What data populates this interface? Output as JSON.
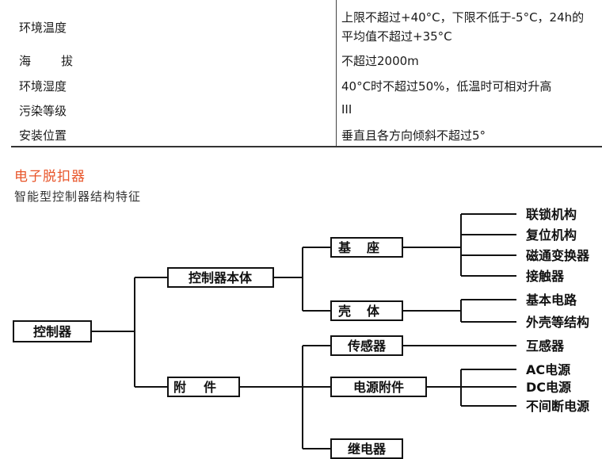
{
  "spec_table": {
    "rows": [
      {
        "label": "环境温度",
        "value_lines": [
          "上限不超过+40°C，下限不低于-5°C，24h的",
          "平均值不超过+35°C"
        ]
      },
      {
        "label": "海拔",
        "value_lines": [
          "不超过2000m"
        ]
      },
      {
        "label": "环境湿度",
        "value_lines": [
          "40°C时不超过50%，低温时可相对升高"
        ]
      },
      {
        "label": "污染等级",
        "value_lines": [
          "III"
        ]
      },
      {
        "label": "安装位置",
        "value_lines": [
          "垂直且各方向倾斜不超过5°"
        ]
      }
    ]
  },
  "section": {
    "title": "电子脱扣器",
    "subtitle": "智能型控制器结构特征"
  },
  "tree": {
    "root": "控制器",
    "body": "控制器本体",
    "accessories": "附件",
    "base": "基座",
    "shell": "壳体",
    "sensor": "传感器",
    "power_accessory": "电源附件",
    "relay": "继电器",
    "base_items": [
      "联锁机构",
      "复位机构",
      "磁通变换器",
      "接触器"
    ],
    "shell_items": [
      "基本电路",
      "外壳等结构"
    ],
    "sensor_item": "互感器",
    "power_items": [
      "AC电源",
      "DC电源",
      "不间断电源"
    ]
  }
}
